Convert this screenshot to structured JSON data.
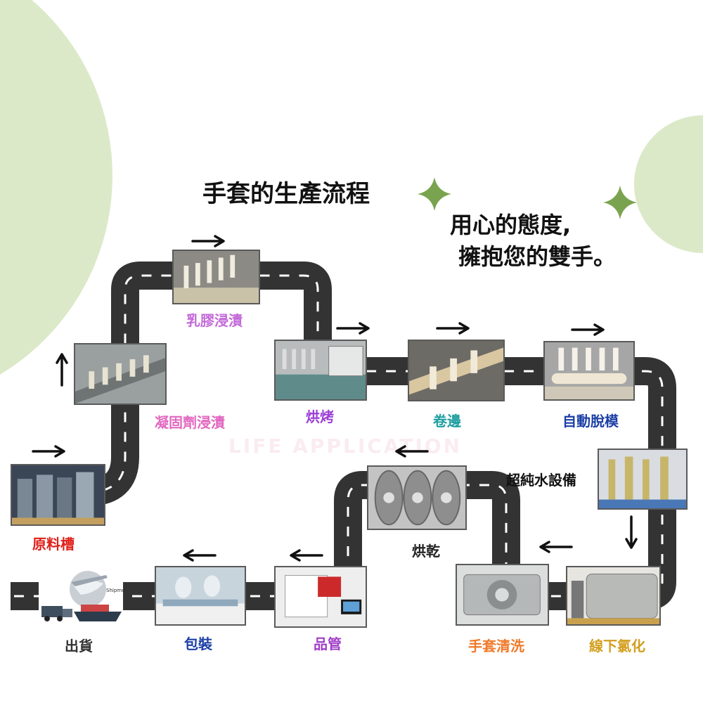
{
  "title": "手套的生產流程",
  "slogan_line1": "用心的態度,",
  "slogan_line2": "擁抱您的雙手。",
  "watermark": "LIFE APPLICATION",
  "colors": {
    "background_circle": "#dbe9c8",
    "sparkle": "#7aa34f",
    "road": "#333333",
    "lane": "#ffffff"
  },
  "steps": [
    {
      "id": "raw-material-tank",
      "label": "原料槽",
      "color": "#e0201a"
    },
    {
      "id": "coagulant-dip",
      "label": "凝固劑浸漬",
      "color": "#e268c0"
    },
    {
      "id": "latex-dip",
      "label": "乳膠浸漬",
      "color": "#c36ad9"
    },
    {
      "id": "baking",
      "label": "烘烤",
      "color": "#9c3fd6"
    },
    {
      "id": "cuff-rolling",
      "label": "卷邊",
      "color": "#1f9f9f"
    },
    {
      "id": "auto-stripping",
      "label": "自動脫模",
      "color": "#1c3fa6"
    },
    {
      "id": "ultrapure-water",
      "label": "超純水設備",
      "color": "#111111"
    },
    {
      "id": "offline-chlorination",
      "label": "線下氯化",
      "color": "#d39f1e"
    },
    {
      "id": "glove-washing",
      "label": "手套清洗",
      "color": "#f07a2a"
    },
    {
      "id": "drying",
      "label": "烘乾",
      "color": "#222222"
    },
    {
      "id": "quality-control",
      "label": "品管",
      "color": "#a03ec8"
    },
    {
      "id": "packaging",
      "label": "包裝",
      "color": "#1c3fa6"
    },
    {
      "id": "shipping",
      "label": "出貨",
      "color": "#333333"
    }
  ],
  "shipment_caption": "Shipment"
}
